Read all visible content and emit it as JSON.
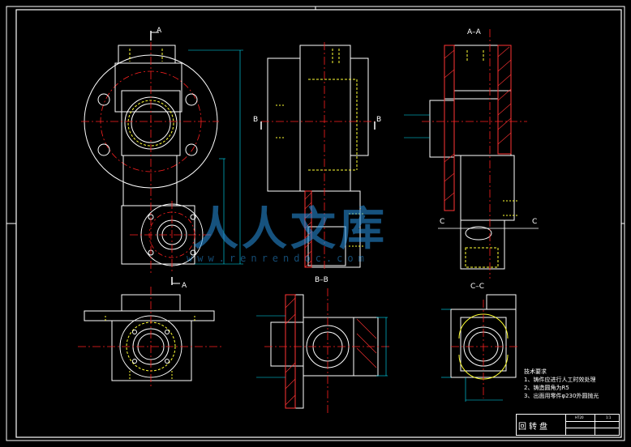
{
  "labels": {
    "section_a_top": "A",
    "section_a_bottom": "A",
    "section_aa": "A–A",
    "section_b_left": "B",
    "section_b_right": "B",
    "section_bb": "B–B",
    "section_c_left": "C",
    "section_c_right": "C",
    "section_cc": "C–C"
  },
  "notes": {
    "heading": "技术要求",
    "line1": "1、铸件应进行人工时效处理",
    "line2": "2、铸造圆角为R5",
    "line3": "3、出面用零件φ230外圆抛光"
  },
  "title_block": {
    "title": "回转盘",
    "material": "HT20",
    "scale": "1:1"
  },
  "watermark": {
    "text": "人人文库",
    "url": "www.renrendoc.com"
  },
  "colors": {
    "background": "#000000",
    "outline": "#ffffff",
    "center_line": "#ff2020",
    "hidden_line": "#ffff33",
    "hatch": "#ff3333",
    "dimension": "#00e5ff",
    "watermark": "#2896e6"
  }
}
